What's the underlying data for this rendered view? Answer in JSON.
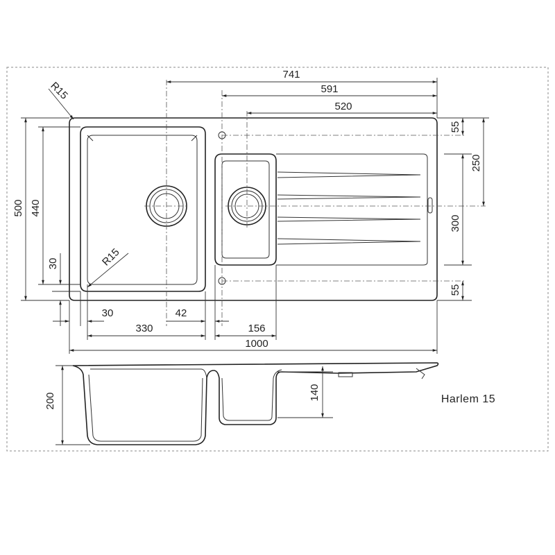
{
  "model_name": "Harlem 15",
  "dimensions": {
    "top_741": "741",
    "top_591": "591",
    "top_520": "520",
    "right_55_top": "55",
    "right_250": "250",
    "right_300": "300",
    "right_55_bottom": "55",
    "left_500": "500",
    "left_440": "440",
    "left_30": "30",
    "radius_top": "R15",
    "radius_inner": "R15",
    "bottom_30": "30",
    "bottom_42": "42",
    "bottom_330": "330",
    "bottom_156": "156",
    "bottom_1000": "1000",
    "profile_200": "200",
    "profile_140": "140"
  }
}
